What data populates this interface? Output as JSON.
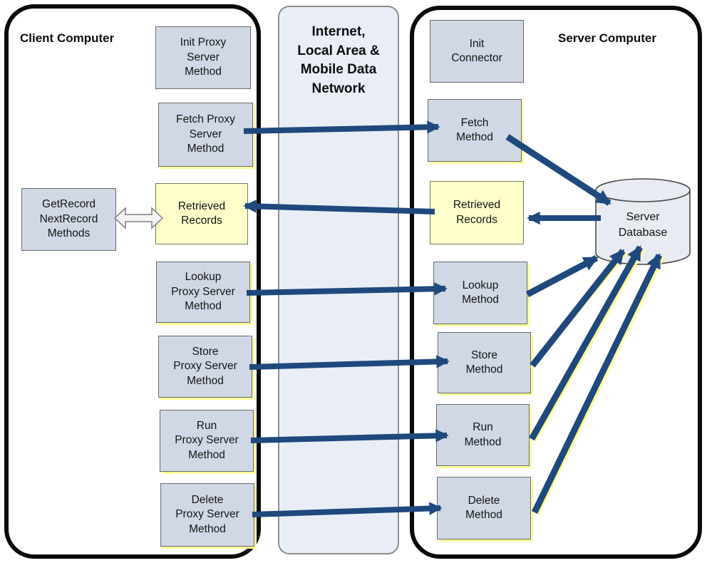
{
  "client": {
    "title": "Client Computer",
    "boxes": [
      {
        "label": "Init Proxy\nServer\nMethod"
      },
      {
        "label": "Fetch Proxy\nServer\nMethod"
      },
      {
        "label": "Retrieved\nRecords"
      },
      {
        "label": "GetRecord\nNextRecord\nMethods"
      },
      {
        "label": "Lookup\nProxy Server\nMethod"
      },
      {
        "label": "Store\nProxy Server\nMethod"
      },
      {
        "label": "Run\nProxy Server\nMethod"
      },
      {
        "label": "Delete\nProxy Server\nMethod"
      }
    ]
  },
  "network": {
    "title": "Internet,\nLocal Area &\nMobile Data\nNetwork"
  },
  "server": {
    "title": "Server Computer",
    "boxes": [
      {
        "label": "Init\nConnector"
      },
      {
        "label": "Fetch\nMethod"
      },
      {
        "label": "Retrieved\nRecords"
      },
      {
        "label": "Lookup\nMethod"
      },
      {
        "label": "Store\nMethod"
      },
      {
        "label": "Run\nMethod"
      },
      {
        "label": "Delete\nMethod"
      }
    ],
    "database_label": "Server\nDatabase"
  },
  "colors": {
    "box_fill": "#d0d8e5",
    "box_border": "#6b6b6b",
    "highlight_fill": "#ffffcc",
    "highlight_border": "#7a7a52",
    "arrow": "#1f497d",
    "arrow_shadow": "#ffff99",
    "network_panel_fill": "#e9eef6",
    "panel_border": "#0a0a0a",
    "database_fill": "#e8ebf1"
  }
}
